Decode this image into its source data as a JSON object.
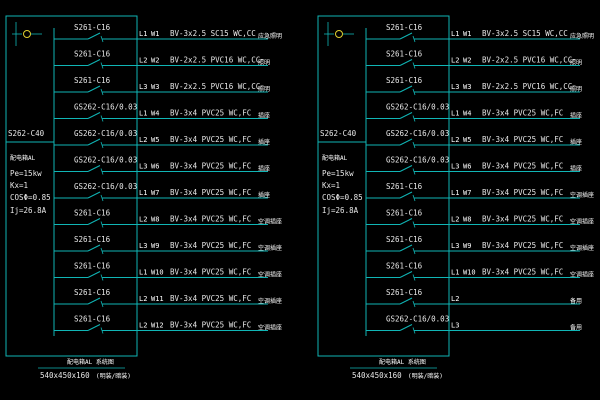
{
  "panels": [
    {
      "main_breaker": "S262-C40",
      "box_name": "配电箱AL",
      "pe": "Pe=15kw",
      "kx": "Kx=1",
      "cos": "COSΦ=0.85",
      "ij": "Ij=26.8A",
      "footer_title": "配电箱AL 系统图",
      "footer_size": "540x450x160",
      "footer_note": "(明装/暗装)",
      "circuits": [
        {
          "breaker": "S261-C16",
          "phase": "L1",
          "wire": "W1",
          "cable": "BV-3x2.5 SC15 WC,CC",
          "load": "应急照明"
        },
        {
          "breaker": "S261-C16",
          "phase": "L2",
          "wire": "W2",
          "cable": "BV-2x2.5 PVC16 WC,CC",
          "load": "照明"
        },
        {
          "breaker": "S261-C16",
          "phase": "L3",
          "wire": "W3",
          "cable": "BV-2x2.5 PVC16 WC,CC",
          "load": "照明"
        },
        {
          "breaker": "GS262-C16/0.03",
          "phase": "L1",
          "wire": "W4",
          "cable": "BV-3x4 PVC25 WC,FC",
          "load": "插座"
        },
        {
          "breaker": "GS262-C16/0.03",
          "phase": "L2",
          "wire": "W5",
          "cable": "BV-3x4 PVC25 WC,FC",
          "load": "插座"
        },
        {
          "breaker": "GS262-C16/0.03",
          "phase": "L3",
          "wire": "W6",
          "cable": "BV-3x4 PVC25 WC,FC",
          "load": "插座"
        },
        {
          "breaker": "GS262-C16/0.03",
          "phase": "L1",
          "wire": "W7",
          "cable": "BV-3x4 PVC25 WC,FC",
          "load": "插座"
        },
        {
          "breaker": "S261-C16",
          "phase": "L2",
          "wire": "W8",
          "cable": "BV-3x4 PVC25 WC,FC",
          "load": "空调插座"
        },
        {
          "breaker": "S261-C16",
          "phase": "L3",
          "wire": "W9",
          "cable": "BV-3x4 PVC25 WC,FC",
          "load": "空调插座"
        },
        {
          "breaker": "S261-C16",
          "phase": "L1",
          "wire": "W10",
          "cable": "BV-3x4 PVC25 WC,FC",
          "load": "空调插座"
        },
        {
          "breaker": "S261-C16",
          "phase": "L2",
          "wire": "W11",
          "cable": "BV-3x4 PVC25 WC,FC",
          "load": "空调插座"
        },
        {
          "breaker": "S261-C16",
          "phase": "L2",
          "wire": "W12",
          "cable": "BV-3x4 PVC25 WC,FC",
          "load": "空调插座"
        }
      ]
    },
    {
      "main_breaker": "S262-C40",
      "box_name": "配电箱AL",
      "pe": "Pe=15kw",
      "kx": "Kx=1",
      "cos": "COSΦ=0.85",
      "ij": "Ij=26.8A",
      "footer_title": "配电箱AL 系统图",
      "footer_size": "540x450x160",
      "footer_note": "(明装/暗装)",
      "circuits": [
        {
          "breaker": "S261-C16",
          "phase": "L1",
          "wire": "W1",
          "cable": "BV-3x2.5 SC15 WC,CC",
          "load": "应急照明"
        },
        {
          "breaker": "S261-C16",
          "phase": "L2",
          "wire": "W2",
          "cable": "BV-2x2.5 PVC16 WC,CC",
          "load": "照明"
        },
        {
          "breaker": "S261-C16",
          "phase": "L3",
          "wire": "W3",
          "cable": "BV-2x2.5 PVC16 WC,CC",
          "load": "照明"
        },
        {
          "breaker": "GS262-C16/0.03",
          "phase": "L1",
          "wire": "W4",
          "cable": "BV-3x4 PVC25 WC,FC",
          "load": "插座"
        },
        {
          "breaker": "GS262-C16/0.03",
          "phase": "L2",
          "wire": "W5",
          "cable": "BV-3x4 PVC25 WC,FC",
          "load": "插座"
        },
        {
          "breaker": "GS262-C16/0.03",
          "phase": "L3",
          "wire": "W6",
          "cable": "BV-3x4 PVC25 WC,FC",
          "load": "插座"
        },
        {
          "breaker": "S261-C16",
          "phase": "L1",
          "wire": "W7",
          "cable": "BV-3x4 PVC25 WC,FC",
          "load": "空调插座"
        },
        {
          "breaker": "S261-C16",
          "phase": "L2",
          "wire": "W8",
          "cable": "BV-3x4 PVC25 WC,FC",
          "load": "空调插座"
        },
        {
          "breaker": "S261-C16",
          "phase": "L3",
          "wire": "W9",
          "cable": "BV-3x4 PVC25 WC,FC",
          "load": "空调插座"
        },
        {
          "breaker": "S261-C16",
          "phase": "L1",
          "wire": "W10",
          "cable": "BV-3x4 PVC25 WC,FC",
          "load": "空调插座"
        },
        {
          "breaker": "S261-C16",
          "phase": "L2",
          "wire": "",
          "cable": "",
          "load": "备用"
        },
        {
          "breaker": "GS262-C16/0.03",
          "phase": "L3",
          "wire": "",
          "cable": "",
          "load": "备用"
        }
      ]
    }
  ]
}
